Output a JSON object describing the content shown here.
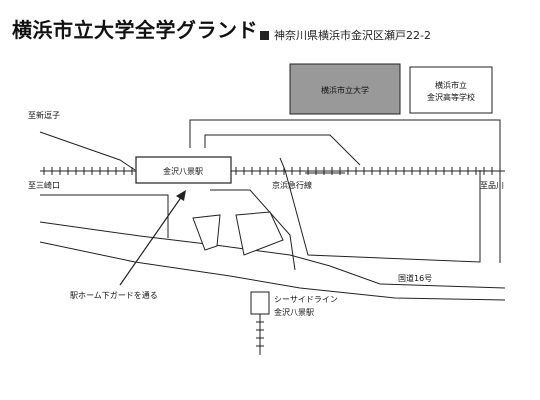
{
  "title": "横浜市立大学全学グランド",
  "address": "神奈川県横浜市金沢区瀬戸22-2",
  "buildings": {
    "university": "横浜市立大学",
    "high_school_line1": "横浜市立",
    "high_school_line2": "金沢高等学校"
  },
  "station": "金沢八景駅",
  "labels": {
    "to_shinzushi": "至新逗子",
    "to_sankizaki": "至三崎口",
    "to_shinagawa": "至品川",
    "keikyu_line": "京浜急行線",
    "route16": "国道16号",
    "passage_note": "駅ホーム下ガードを通る",
    "seaside_line": "シーサイドライン",
    "seaside_station": "金沢八景駅"
  },
  "colors": {
    "university_fill": "#999999",
    "line": "#222222"
  }
}
